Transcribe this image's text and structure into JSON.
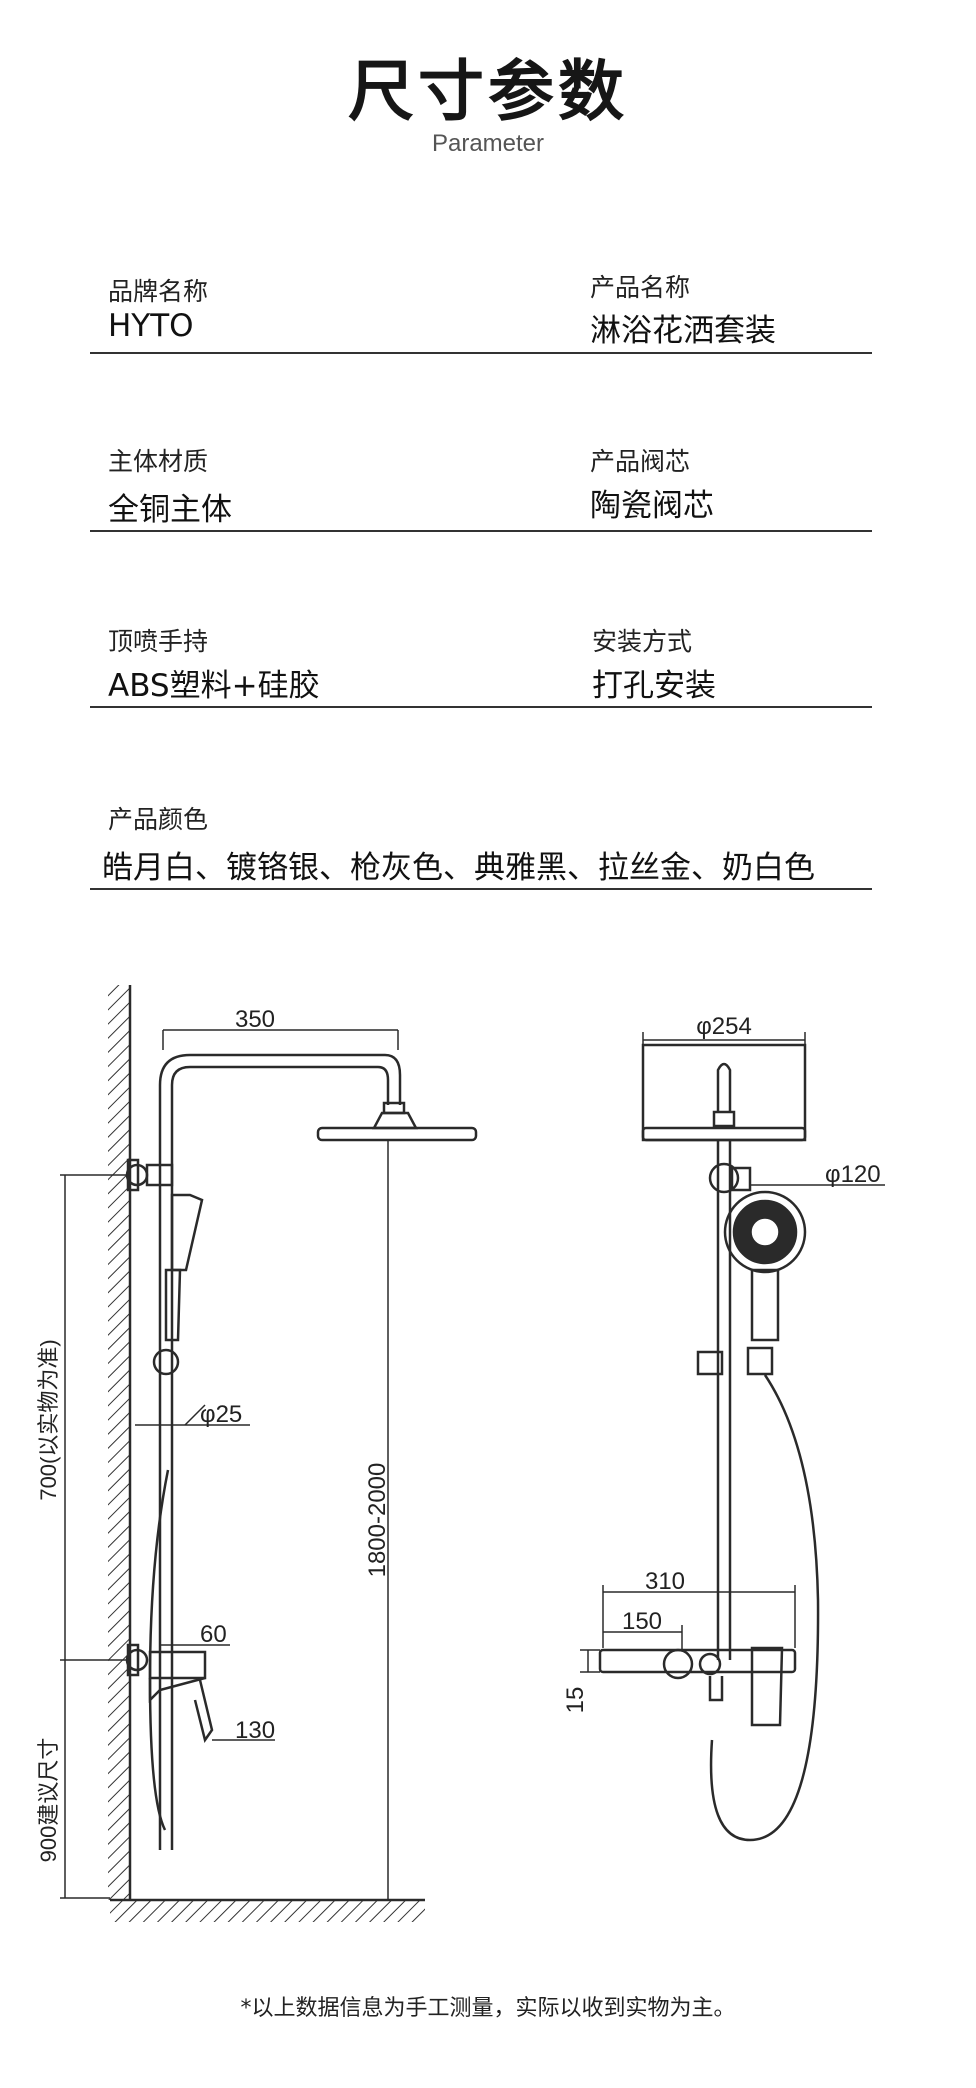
{
  "header": {
    "title": "尺寸参数",
    "subtitle": "Parameter"
  },
  "specs": {
    "brand": {
      "label": "品牌名称",
      "value": "HYTO"
    },
    "product_name": {
      "label": "产品名称",
      "value": "淋浴花洒套装"
    },
    "body_material": {
      "label": "主体材质",
      "value": "全铜主体"
    },
    "valve_core": {
      "label": "产品阀芯",
      "value": "陶瓷阀芯"
    },
    "shower_heads": {
      "label": "顶喷手持",
      "value": "ABS塑料+硅胶"
    },
    "installation": {
      "label": "安装方式",
      "value": "打孔安装"
    },
    "colors": {
      "label": "产品颜色",
      "value": "皓月白、镀铬银、枪灰色、典雅黑、拉丝金、奶白色"
    }
  },
  "diagram": {
    "side_view": {
      "arm_length": "350",
      "pipe_diameter": "φ25",
      "height_range": "1800-2000",
      "slide_height": "700(以实物为准)",
      "install_height": "900建议尺寸",
      "mixer_depth": "60",
      "mixer_width": "130"
    },
    "front_view": {
      "top_shower_diameter": "φ254",
      "hand_shower_diameter": "φ120",
      "mixer_width": "310",
      "spout_width": "150",
      "shelf_height": "15"
    }
  },
  "footer": {
    "note": "*以上数据信息为手工测量，实际以收到实物为主。"
  }
}
